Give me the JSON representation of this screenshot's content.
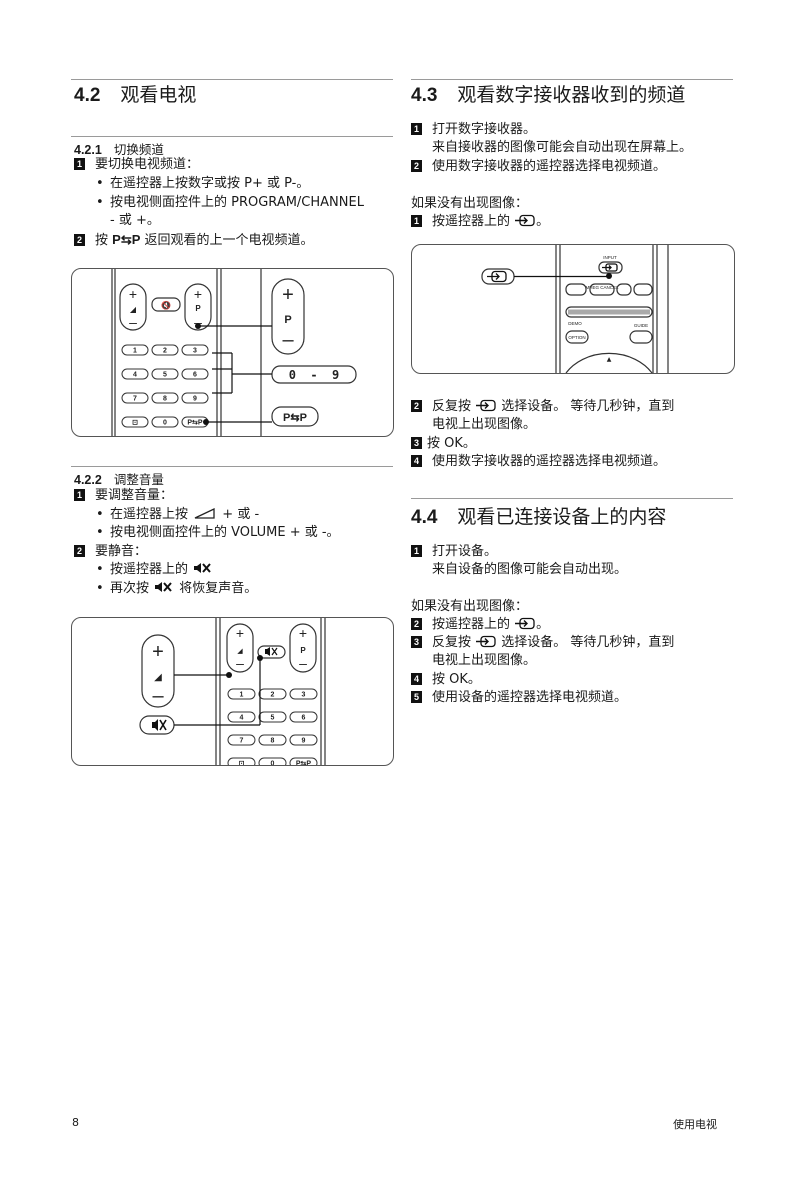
{
  "s42": {
    "num": "4.2",
    "title": "观看电视"
  },
  "s421": {
    "num": "4.2.1",
    "title": "切换频道",
    "step1": "要切换电视频道：",
    "b1": "在遥控器上按数字或按 P+ 或 P-。",
    "b2a": "按电视侧面控件上的 PROGRAM/CHANNEL",
    "b2b": "- 或 +。",
    "step2a": "按",
    "step2key": "P⇆P",
    "step2b": "返回观看的上一个电视频道。"
  },
  "remote1": {
    "keys": [
      "1",
      "2",
      "3",
      "4",
      "5",
      "6",
      "7",
      "8",
      "9",
      "0",
      "P⇆P"
    ],
    "big_p": "P",
    "range": "0  -  9",
    "pp": "P⇆P",
    "small_p": "P"
  },
  "s422": {
    "num": "4.2.2",
    "title": "调整音量",
    "step1": "要调整音量：",
    "b1a": "在遥控器上按",
    "b1b": "+ 或 -",
    "b2": "按电视侧面控件上的 VOLUME + 或 -。",
    "step2": "要静音：",
    "b3": "按遥控器上的",
    "b4a": "再次按",
    "b4b": "将恢复声音。"
  },
  "remote2": {
    "keys": [
      "1",
      "2",
      "3",
      "4",
      "5",
      "6",
      "7",
      "8",
      "9",
      "0",
      "P⇆P"
    ],
    "small_p": "P"
  },
  "s43": {
    "num": "4.3",
    "title": "观看数字接收器收到的频道",
    "step1a": "打开数字接收器。",
    "step1b": "来自接收器的图像可能会自动出现在屏幕上。",
    "step2": "使用数字接收器的遥控器选择电视频道。",
    "if_none": "如果没有出现图像：",
    "s1": "按遥控器上的",
    "s1end": "。",
    "s2a": "反复按",
    "s2b": "选择设备。 等待几秒钟，直到",
    "s2c": "电视上出现图像。",
    "s3": "按 OK。",
    "s4": "使用数字接收器的遥控器选择电视频道。"
  },
  "remote3": {
    "input": "INPUT",
    "mhg": "MHEG CANCEL",
    "demo": "DEMO",
    "guide": "GUIDE",
    "option": "OPTION"
  },
  "s44": {
    "num": "4.4",
    "title": "观看已连接设备上的内容",
    "s1a": "打开设备。",
    "s1b": "来自设备的图像可能会自动出现。",
    "if_none": "如果没有出现图像：",
    "s2": "按遥控器上的",
    "s2end": "。",
    "s3a": "反复按",
    "s3b": "选择设备。 等待几秒钟，直到",
    "s3c": "电视上出现图像。",
    "s4": "按 OK。",
    "s5": "使用设备的遥控器选择电视频道。"
  },
  "step_nums": [
    "1",
    "2",
    "3",
    "4",
    "5"
  ],
  "footer": {
    "page": "8",
    "section": "使用电视"
  }
}
